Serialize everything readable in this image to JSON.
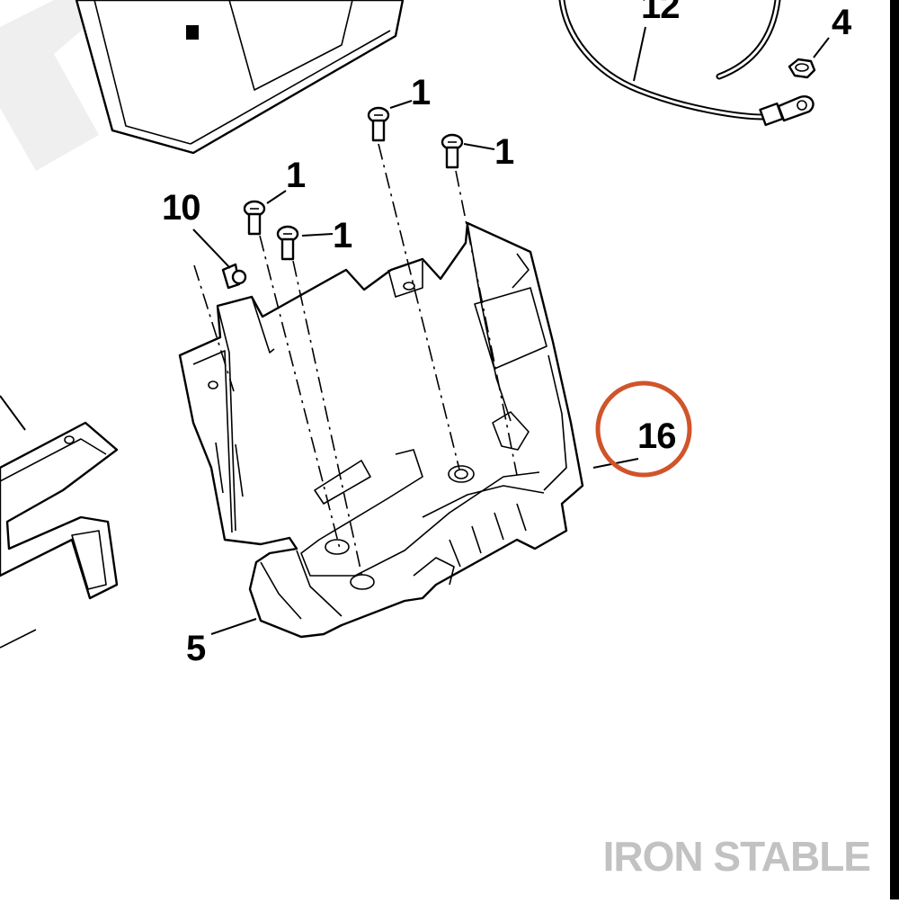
{
  "callouts": {
    "c1a": "1",
    "c1b": "1",
    "c1c": "1",
    "c1d": "1",
    "c4": "4",
    "c5": "5",
    "c10": "10",
    "c12": "12",
    "c16": "16"
  },
  "highlight": {
    "callout": "16",
    "color": "#d0542a"
  },
  "brand": {
    "text": "IRON STABLE",
    "color": "#c2c2c2"
  }
}
